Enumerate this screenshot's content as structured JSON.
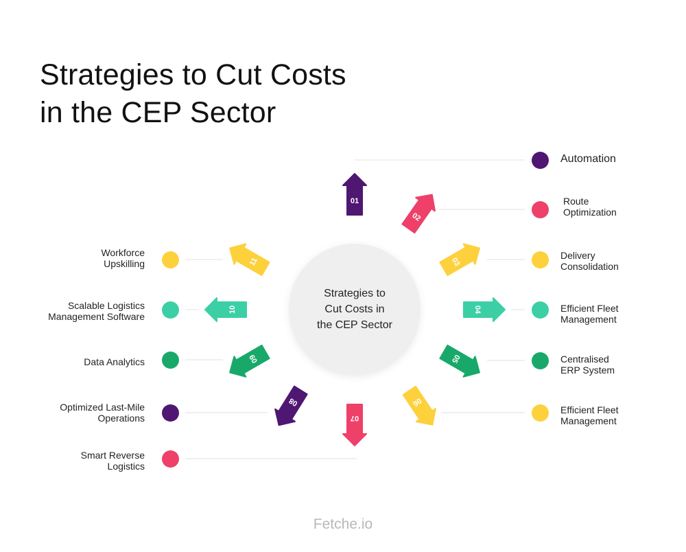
{
  "title_line1": "Strategies to Cut Costs",
  "title_line2": "in the CEP Sector",
  "center": {
    "line1": "Strategies to",
    "line2": "Cut Costs in",
    "line3": "the CEP Sector"
  },
  "colors": {
    "purple": "#4f1672",
    "pink": "#ee4068",
    "yellow": "#fdd13c",
    "teal": "#3ccfa6",
    "green": "#18a96a"
  },
  "items": [
    {
      "num": "01",
      "label1": "Automation",
      "label2": ""
    },
    {
      "num": "02",
      "label1": "Route",
      "label2": "Optimization"
    },
    {
      "num": "03",
      "label1": "Delivery",
      "label2": "Consolidation"
    },
    {
      "num": "04",
      "label1": "Efficient Fleet",
      "label2": "Management"
    },
    {
      "num": "05",
      "label1": "Centralised",
      "label2": "ERP System"
    },
    {
      "num": "06",
      "label1": "Efficient Fleet",
      "label2": "Management"
    },
    {
      "num": "07",
      "label1": "Smart Reverse",
      "label2": "Logistics"
    },
    {
      "num": "08",
      "label1": "Optimized Last-Mile",
      "label2": "Operations"
    },
    {
      "num": "09",
      "label1": "Data Analytics",
      "label2": ""
    },
    {
      "num": "10",
      "label1": "Scalable Logistics",
      "label2": "Management Software"
    },
    {
      "num": "11",
      "label1": "Workforce",
      "label2": "Upskilling"
    }
  ],
  "brand": "Fetche.io"
}
